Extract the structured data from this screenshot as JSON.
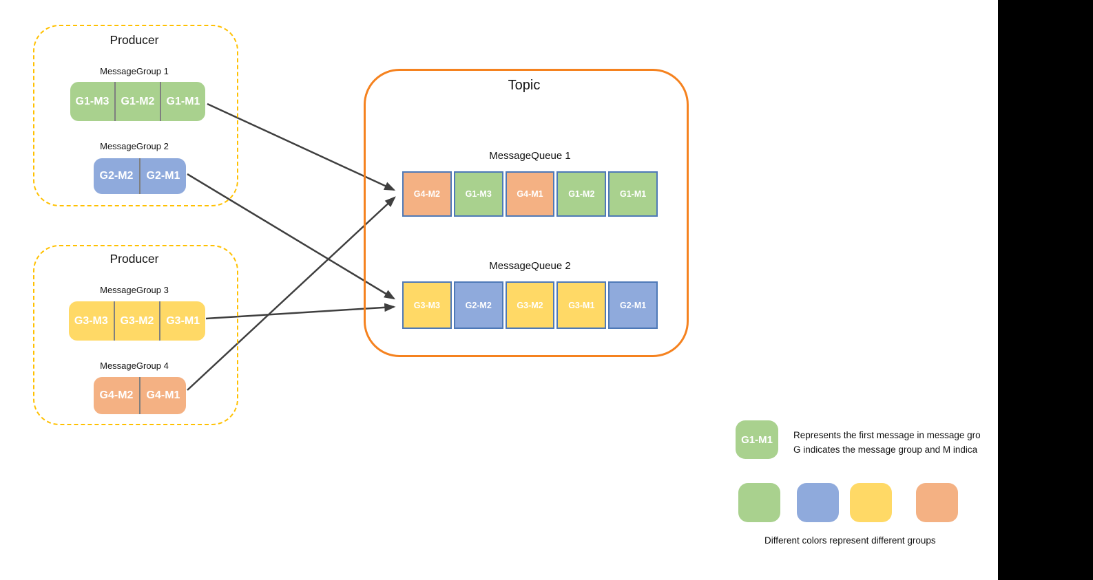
{
  "colors": {
    "green": "#A9D18E",
    "blue": "#8FAADC",
    "yellow": "#FFD966",
    "orange": "#F4B183",
    "producer_border": "#FFC000",
    "topic_border": "#F5821F",
    "cell_border": "#4E79B7",
    "arrow": "#3F3F3F",
    "pill_divider": "#7F7F7F"
  },
  "producer1": {
    "title": "Producer",
    "group1": {
      "label": "MessageGroup 1",
      "color": "green",
      "messages": [
        "G1-M3",
        "G1-M2",
        "G1-M1"
      ]
    },
    "group2": {
      "label": "MessageGroup 2",
      "color": "blue",
      "messages": [
        "G2-M2",
        "G2-M1"
      ]
    }
  },
  "producer2": {
    "title": "Producer",
    "group3": {
      "label": "MessageGroup 3",
      "color": "yellow",
      "messages": [
        "G3-M3",
        "G3-M2",
        "G3-M1"
      ]
    },
    "group4": {
      "label": "MessageGroup 4",
      "color": "orange",
      "messages": [
        "G4-M2",
        "G4-M1"
      ]
    }
  },
  "topic": {
    "title": "Topic",
    "queue1": {
      "label": "MessageQueue 1",
      "cells": [
        {
          "text": "G4-M2",
          "color": "orange"
        },
        {
          "text": "G1-M3",
          "color": "green"
        },
        {
          "text": "G4-M1",
          "color": "orange"
        },
        {
          "text": "G1-M2",
          "color": "green"
        },
        {
          "text": "G1-M1",
          "color": "green"
        }
      ]
    },
    "queue2": {
      "label": "MessageQueue 2",
      "cells": [
        {
          "text": "G3-M3",
          "color": "yellow"
        },
        {
          "text": "G2-M2",
          "color": "blue"
        },
        {
          "text": "G3-M2",
          "color": "yellow"
        },
        {
          "text": "G3-M1",
          "color": "yellow"
        },
        {
          "text": "G2-M1",
          "color": "blue"
        }
      ]
    }
  },
  "legend": {
    "sample": {
      "text": "G1-M1",
      "color": "green"
    },
    "line1": "Represents the first message in message gro",
    "line2": "G indicates the message group and M indica",
    "swatches": [
      "green",
      "blue",
      "yellow",
      "orange"
    ],
    "caption": "Different colors represent different groups"
  }
}
